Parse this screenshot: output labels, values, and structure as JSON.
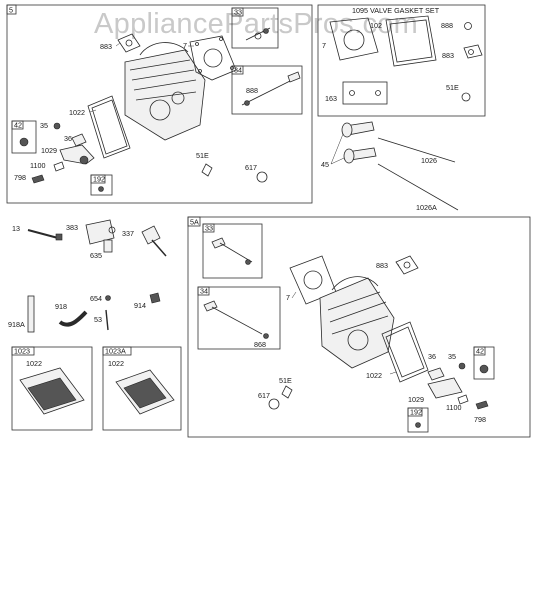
{
  "watermark": "AppliancePartsPros.com",
  "groups": {
    "g5": "5",
    "g5a": "5A",
    "valve_gasket_set": "1095 VALVE GASKET SET",
    "b33": "33",
    "b34": "34",
    "b42": "42",
    "b192": "192",
    "b1023": "1023",
    "b1023a": "1023A"
  },
  "parts": {
    "p883": "883",
    "p7": "7",
    "p888": "888",
    "p1022": "1022",
    "p35": "35",
    "p36": "36",
    "p1029": "1029",
    "p1100": "1100",
    "p798": "798",
    "p51e": "51E",
    "p617": "617",
    "p163": "163",
    "p45": "45",
    "p1026": "1026",
    "p1026a": "1026A",
    "p13": "13",
    "p383": "383",
    "p337": "337",
    "p635": "635",
    "p654": "654",
    "p914": "914",
    "p53": "53",
    "p918": "918",
    "p918a": "918A",
    "p868": "868"
  },
  "colors": {
    "line": "#2a2a2a",
    "watermark": "#c9c9c9",
    "background": "#ffffff"
  }
}
